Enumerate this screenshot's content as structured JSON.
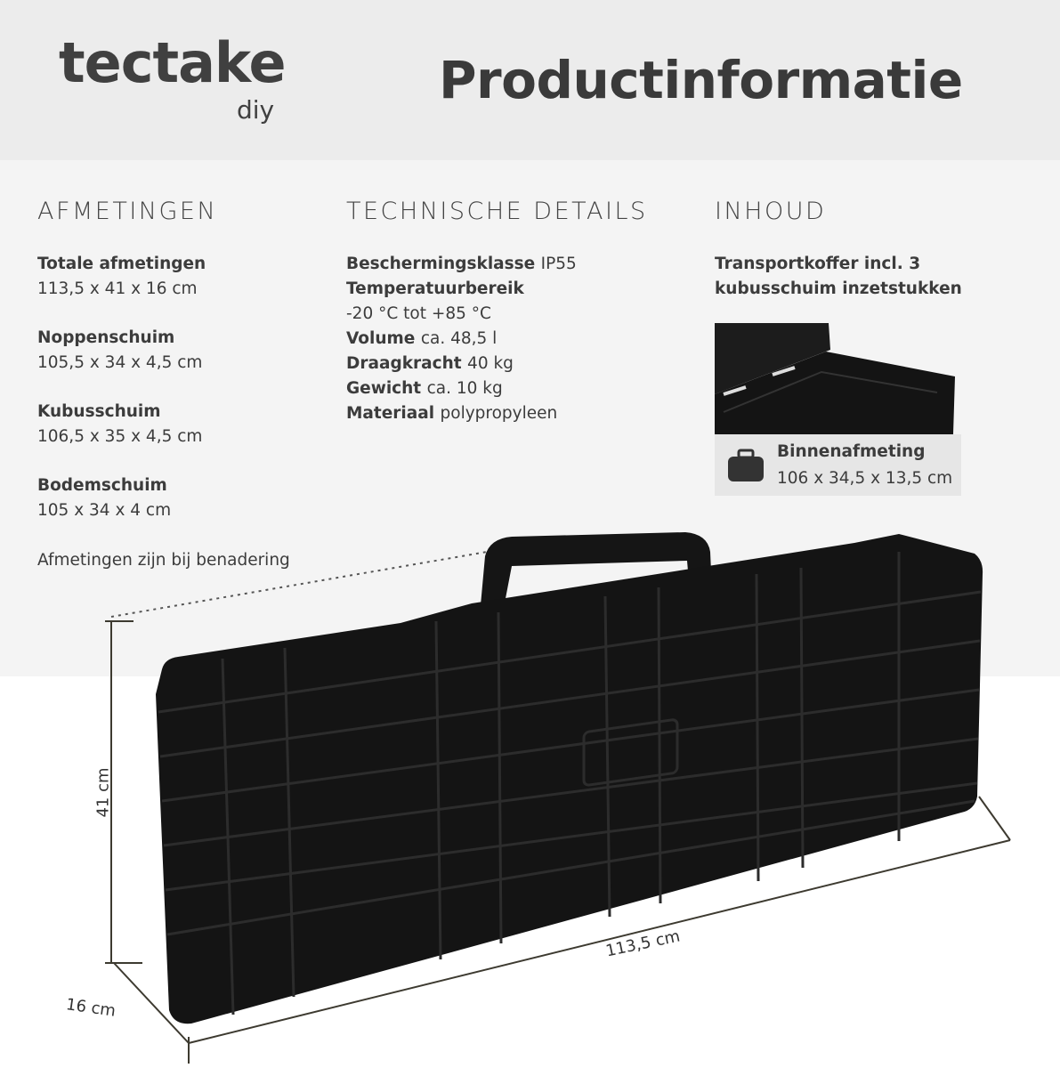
{
  "brand": {
    "logo": "tectake",
    "sub": "diy"
  },
  "title": "Productinformatie",
  "afmetingen": {
    "heading": "AFMETINGEN",
    "items": [
      {
        "label": "Totale afmetingen",
        "value": "113,5 x 41 x 16 cm"
      },
      {
        "label": "Noppenschuim",
        "value": "105,5 x 34 x 4,5 cm"
      },
      {
        "label": "Kubusschuim",
        "value": "106,5 x 35 x 4,5 cm"
      },
      {
        "label": "Bodemschuim",
        "value": "105 x 34 x 4 cm"
      }
    ],
    "note": "Afmetingen zijn bij benadering"
  },
  "technisch": {
    "heading": "TECHNISCHE DETAILS",
    "items": [
      {
        "label": "Beschermingsklasse",
        "value": "IP55"
      },
      {
        "label": "Temperatuurbereik",
        "value": ""
      },
      {
        "label": "",
        "value": "-20 °C tot +85 °C"
      },
      {
        "label": "Volume",
        "value": "ca. 48,5 l"
      },
      {
        "label": "Draagkracht",
        "value": "40 kg"
      },
      {
        "label": "Gewicht",
        "value": "ca. 10 kg"
      },
      {
        "label": "Materiaal",
        "value": "polypropyleen"
      }
    ]
  },
  "inhoud": {
    "heading": "INHOUD",
    "line1": "Transportkoffer incl. 3",
    "line2": "kubusschuim inzetstukken",
    "binnen_label": "Binnenafmeting",
    "binnen_value": "106 x 34,5 x 13,5 cm"
  },
  "dimensions": {
    "height": "41 cm",
    "depth": "16 cm",
    "length": "113,5 cm"
  }
}
